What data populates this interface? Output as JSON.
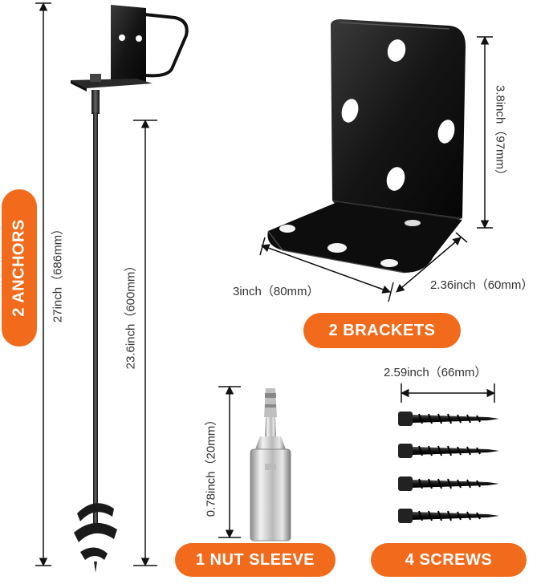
{
  "labels": {
    "anchors": "2 ANCHORS",
    "brackets": "2 BRACKETS",
    "nut_sleeve": "1 NUT SLEEVE",
    "screws": "4 SCREWS"
  },
  "dimensions": {
    "anchor_total": "27inch（686mm）",
    "anchor_shaft": "23.6inch（600mm）",
    "bracket_height": "3.8inch（97mm）",
    "bracket_width": "3inch（80mm）",
    "bracket_depth": "2.36inch（60mm）",
    "sleeve_length": "0.78inch（20mm）",
    "screw_length": "2.59inch（66mm）"
  },
  "colors": {
    "accent": "#f26a1b",
    "metal_dark": "#1a1a1a",
    "line": "#111111"
  }
}
